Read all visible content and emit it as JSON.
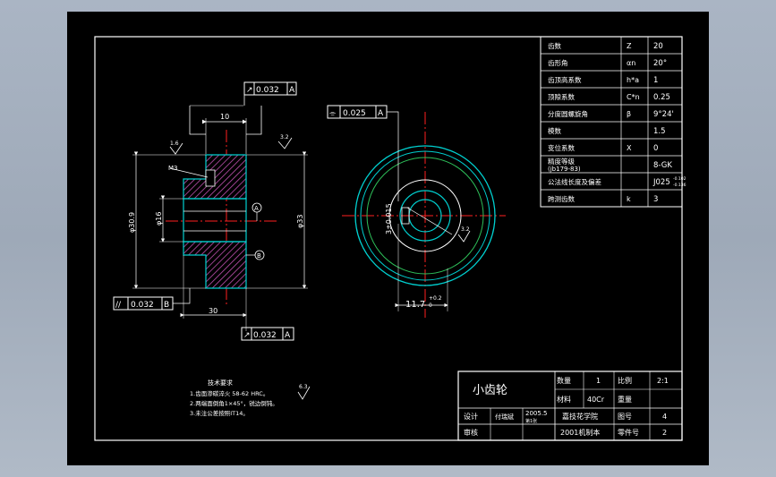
{
  "colors": {
    "background": "#000000",
    "frame": "#ffffff",
    "hatch": "#c050b0",
    "gear_outline": "#00d0d0",
    "center_line": "#ff2020",
    "dim_line": "#ffffff"
  },
  "gear_params": {
    "rows": [
      {
        "name": "齿数",
        "symbol": "Z",
        "value": "20"
      },
      {
        "name": "齿形角",
        "symbol": "αn",
        "value": "20°"
      },
      {
        "name": "齿顶高系数",
        "symbol": "h*a",
        "value": "1"
      },
      {
        "name": "顶隙系数",
        "symbol": "C*n",
        "value": "0.25"
      },
      {
        "name": "分度圆螺旋角",
        "symbol": "β",
        "value": "9°24'"
      },
      {
        "name": "模数",
        "symbol": "",
        "value": "1.5"
      },
      {
        "name": "变位系数",
        "symbol": "X",
        "value": "0"
      },
      {
        "name": "精度等级",
        "name2": "(jb179-83)",
        "symbol": "",
        "value": "8-GK"
      },
      {
        "name": "公法线长度及偏差",
        "symbol": "",
        "value": "J025",
        "tol_up": "-0.102",
        "tol_dn": "-0.136"
      },
      {
        "name": "跨测齿数",
        "symbol": "k",
        "value": "3"
      }
    ]
  },
  "annotations": {
    "tol_top": {
      "sym": "↗",
      "val": "0.032",
      "ref": "A"
    },
    "tol_mid": {
      "sym": "⌯",
      "val": "0.025",
      "ref": "A"
    },
    "tol_left": {
      "sym": "//",
      "val": "0.032",
      "ref": "B"
    },
    "tol_bottom": {
      "sym": "↗",
      "val": "0.032",
      "ref": "A"
    },
    "dim_10": "10",
    "dim_30": "30",
    "dim_33": "φ33",
    "dim_16": "φ16",
    "dim_dia_main": "φ30.9",
    "dim_m3": "M3",
    "dim_key": "3±0.015",
    "dim_117": "11.7",
    "dim_117_tol": "+0.2",
    "dim_117_tol0": "0",
    "rough_16": "1.6",
    "rough_32": "3.2",
    "datum_a": "A",
    "datum_b": "B"
  },
  "tech_req": {
    "title": "技术要求",
    "lines": [
      "1.齿面渗碳淬火 58-62 HRC。",
      "2.两端面倒角1×45°，锐边倒钝。",
      "3.未注公差按照IT14。"
    ],
    "rough": "6.3"
  },
  "title_block": {
    "part_name": "小齿轮",
    "qty_label": "数量",
    "qty": "1",
    "scale_label": "比例",
    "scale": "2:1",
    "material_label": "材料",
    "material": "40Cr",
    "weight_label": "重量",
    "design_label": "设计",
    "designer": "付瑞斌",
    "date": "2005.5",
    "date2": "第1张",
    "school": "嘉技花学院",
    "drawing_no_label": "图号",
    "drawing_no": "4",
    "review_label": "审核",
    "class": "2001机制本",
    "part_no_label": "零件号",
    "part_no": "2"
  }
}
